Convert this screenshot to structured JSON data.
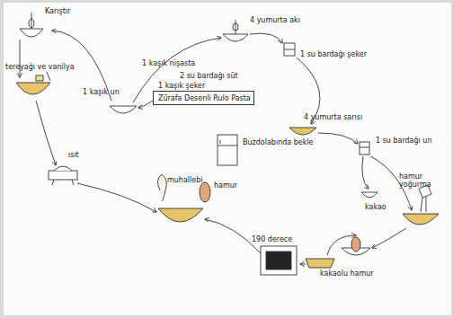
{
  "diagram": {
    "nodes": [
      {
        "text": [
          "Zürafa Desenli Rulo Pasta"
        ]
      }
    ],
    "labels": [
      "Karıştır",
      "tereyağı ve vanilya",
      "ısıt",
      "1 kaşık un",
      "1 kaşık nişasta",
      "2 su bardağı süt",
      "1 kaşık şeker",
      "4 yumurta akı",
      "1 su bardağı şeker",
      "Buzdolabında bekle",
      "4 yumurta sarısı",
      "1 su bardağı un",
      "hamur yoğurma",
      "kakao",
      "kakaolu hamur",
      "190 derece",
      "muhallebi",
      "hamur"
    ]
  }
}
